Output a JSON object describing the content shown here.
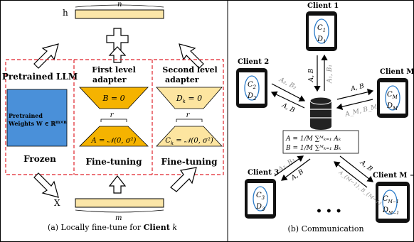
{
  "left_panel": {
    "output_label": "h",
    "output_dim": "n",
    "plus_symbol": "+",
    "pretrained_title": "Pretrained LLM",
    "pretrained_weights_line1": "Pretrained",
    "pretrained_weights_line2": "Weights W ∈ ℝ",
    "pretrained_weights_sup": "m×n",
    "frozen_label": "Frozen",
    "first_title_line1": "First level",
    "first_title_line2": "adapter",
    "first_B": "B = 0",
    "first_r": "r",
    "first_A": "A = 𝒩(0, σ²)",
    "first_bottom": "Fine-tuning",
    "second_title_line1": "Second level",
    "second_title_line2": "adapter",
    "second_D": "D",
    "second_D_sub": "k",
    "second_D_rest": " = 0",
    "second_r": "r",
    "second_C": "C",
    "second_C_sub": "k",
    "second_C_rest": " = 𝒩(0, σ²)",
    "second_bottom": "Fine-tuning",
    "input_label": "X",
    "input_dim": "m",
    "caption_prefix": "(a) Locally fine-tune for ",
    "caption_bold": "Client",
    "caption_suffix": " k"
  },
  "right_panel": {
    "clients": [
      {
        "label": "Client 1",
        "c": "C",
        "c_sub": "1",
        "d": "D",
        "d_sub": "1"
      },
      {
        "label": "Client 2",
        "c": "C",
        "c_sub": "2",
        "d": "D",
        "d_sub": "2"
      },
      {
        "label": "Client M",
        "c": "C",
        "c_sub": "M",
        "d": "D",
        "d_sub": "M"
      },
      {
        "label": "Client 3",
        "c": "C",
        "c_sub": "3",
        "d": "D",
        "d_sub": "3"
      },
      {
        "label": "Client M −",
        "c": "C",
        "c_sub": "M−1",
        "d": "D",
        "d_sub": "M−1"
      }
    ],
    "edges": {
      "c1_down": "A, B",
      "c1_up": "A₁, B₁",
      "c2_to_server": "A₂, B₂",
      "c2_from_server": "A, B",
      "cm_from_server": "A, B",
      "cm_to_server": "A_M, B_M",
      "c3_to_server": "A₃, B₃",
      "c3_from_server": "A, B",
      "cm1_from_server": "A, B",
      "cm1_to_server": "A_{M−1}, B_{M−1}"
    },
    "aggregation_A": "A = 1/M ∑ᴹₖ₌₁ Aₖ",
    "aggregation_B": "B = 1/M ∑ᴹₖ₌₁ Bₖ",
    "ellipsis": "• • •",
    "caption": "(b) Communication"
  },
  "colors": {
    "orange": "#f5b300",
    "light_orange": "#fde5a0",
    "blue": "#4a90d9",
    "red_dashed": "#e0212a",
    "input_bar": "#fbe6a8",
    "gray_text": "#888888"
  }
}
